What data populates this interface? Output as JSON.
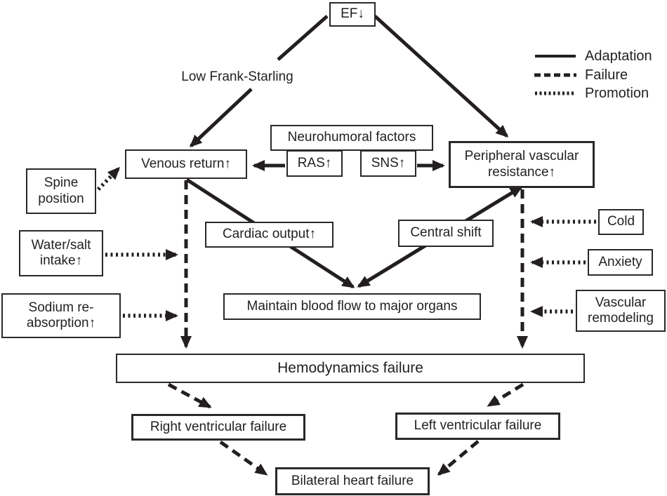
{
  "nodes": {
    "ef": "EF↓",
    "frank_starling": "Low Frank-Starling",
    "neurohumoral": "Neurohumoral factors",
    "ras": "RAS↑",
    "sns": "SNS↑",
    "venous_return": "Venous return↑",
    "peripheral_vascular_resistance": "Peripheral vascular resistance↑",
    "spine_position": "Spine position",
    "water_salt_intake": "Water/salt intake↑",
    "sodium_reabsorption": "Sodium re-absorption↑",
    "cardiac_output": "Cardiac output↑",
    "central_shift": "Central shift",
    "cold": "Cold",
    "anxiety": "Anxiety",
    "vascular_remodeling": "Vascular remodeling",
    "maintain_blood_flow": "Maintain blood flow to major organs",
    "hemodynamics_failure": "Hemodynamics failure",
    "right_ventricular_failure": "Right ventricular failure",
    "left_ventricular_failure": "Left ventricular failure",
    "bilateral_heart_failure": "Bilateral heart failure"
  },
  "legend": {
    "items": [
      {
        "line_style": "solid",
        "label": "Adaptation"
      },
      {
        "line_style": "dashed",
        "label": "Failure"
      },
      {
        "line_style": "dotted",
        "label": "Promotion"
      }
    ]
  },
  "edges": [
    {
      "from": "ef",
      "to": "venous_return",
      "label": "Low Frank-Starling",
      "type": "adaptation"
    },
    {
      "from": "ef",
      "to": "peripheral_vascular_resistance",
      "type": "adaptation"
    },
    {
      "from": "ras",
      "to": "venous_return",
      "type": "adaptation"
    },
    {
      "from": "sns",
      "to": "peripheral_vascular_resistance",
      "type": "adaptation"
    },
    {
      "from": "venous_return",
      "through": "cardiac_output",
      "to": "maintain_blood_flow",
      "type": "adaptation"
    },
    {
      "from": "central_shift",
      "to": "maintain_blood_flow",
      "type": "adaptation"
    },
    {
      "from": "central_shift",
      "to": "peripheral_vascular_resistance",
      "type": "adaptation"
    },
    {
      "from": "venous_return",
      "to": "hemodynamics_failure",
      "type": "failure"
    },
    {
      "from": "peripheral_vascular_resistance",
      "to": "hemodynamics_failure",
      "type": "failure"
    },
    {
      "from": "hemodynamics_failure",
      "to": "right_ventricular_failure",
      "type": "failure"
    },
    {
      "from": "hemodynamics_failure",
      "to": "left_ventricular_failure",
      "type": "failure"
    },
    {
      "from": "right_ventricular_failure",
      "to": "bilateral_heart_failure",
      "type": "failure"
    },
    {
      "from": "left_ventricular_failure",
      "to": "bilateral_heart_failure",
      "type": "failure"
    },
    {
      "from": "spine_position",
      "to": "venous_return",
      "type": "promotion"
    },
    {
      "from": "water_salt_intake",
      "to": "venous_return_failure_path",
      "type": "promotion"
    },
    {
      "from": "sodium_reabsorption",
      "to": "venous_return_failure_path",
      "type": "promotion"
    },
    {
      "from": "cold",
      "to": "peripheral_failure_path",
      "type": "promotion"
    },
    {
      "from": "anxiety",
      "to": "peripheral_failure_path",
      "type": "promotion"
    },
    {
      "from": "vascular_remodeling",
      "to": "peripheral_failure_path",
      "type": "promotion"
    }
  ],
  "colors": {
    "ink": "#231f20",
    "background": "#ffffff"
  }
}
